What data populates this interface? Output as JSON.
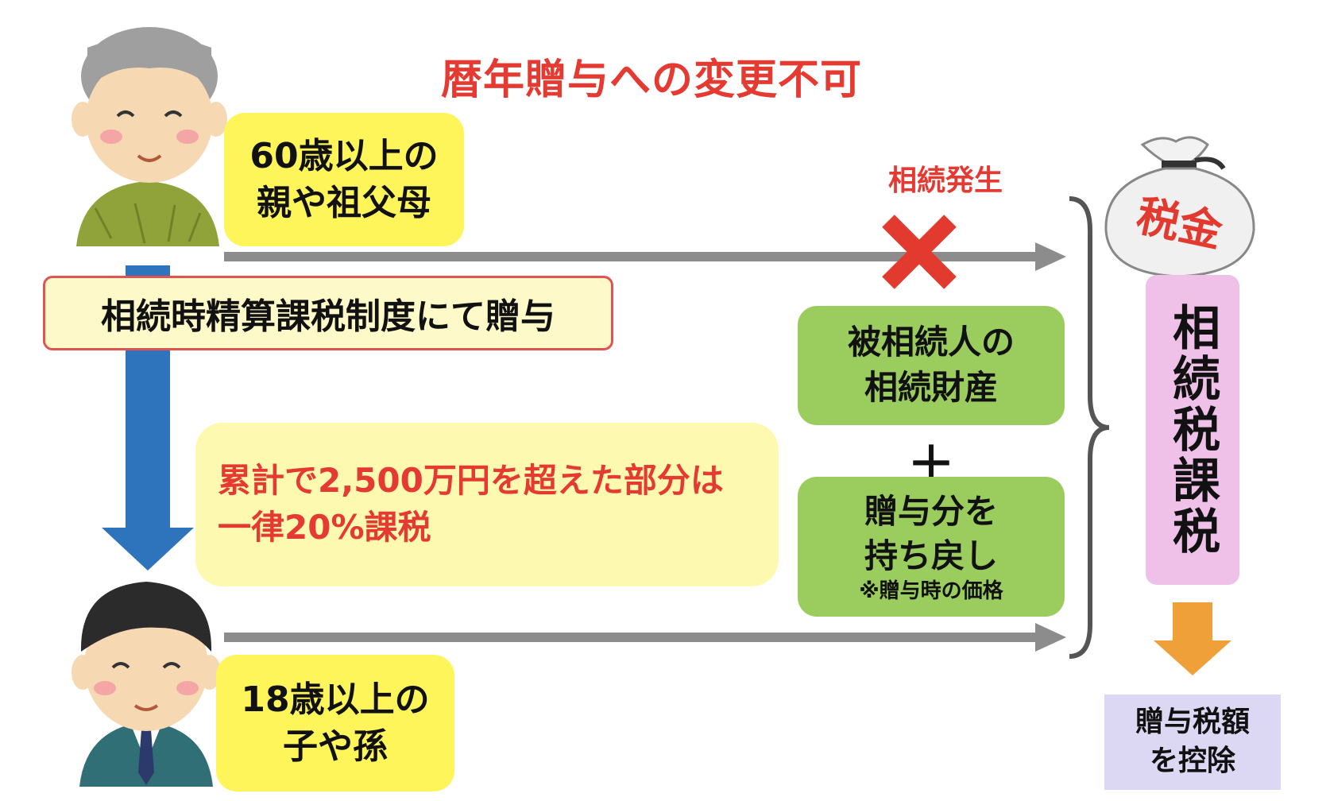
{
  "title": "暦年贈与への変更不可",
  "elder_label": [
    "60歳以上の",
    "親や祖父母"
  ],
  "child_label": [
    "18歳以上の",
    "子や孫"
  ],
  "system_label": "相続時精算課税制度にて贈与",
  "cumulative_label": [
    "累計で2,500万円を超えた部分は",
    "一律20%課税"
  ],
  "inheritance_occurs": "相続発生",
  "estate_label": [
    "被相続人の",
    "相続財産"
  ],
  "plus": "＋",
  "gift_return": [
    "贈与分を",
    "持ち戻し"
  ],
  "gift_note": "※贈与時の価格",
  "tax_bag_text": "税金",
  "inheritance_tax": "相続税課税",
  "deduction": [
    "贈与税額",
    "を控除"
  ],
  "colors": {
    "title_red": "#e53a32",
    "label_yellow": "#fdf55a",
    "green_box": "#9bcc5e",
    "pink_box": "#efc0e8",
    "lavender_box": "#dcd8f3",
    "blue_arrow": "#2d74bd",
    "orange_arrow": "#f0a038",
    "gray_arrow": "#8c8c8c",
    "cross_red": "#e33a2f"
  }
}
